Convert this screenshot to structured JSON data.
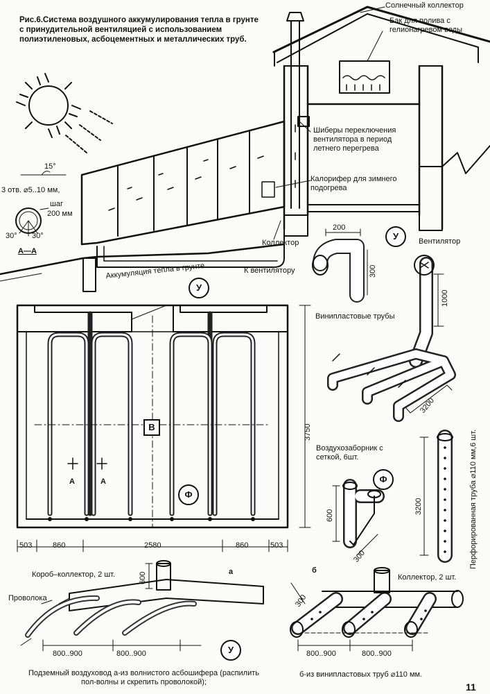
{
  "figure": {
    "caption": "Рис.6.Система воздушного аккумулирования тепла в грунте с принудительной вентиляцией с использованием полиэтиленовых, асбоцементных и металлических труб.",
    "page_number": "11"
  },
  "top_section": {
    "solar_collector": "Солнечный коллектор",
    "tank": "Бак для полива с гелионагревом воды",
    "dampers": "Шиберы переключения вентилятора в период летнего перегрева",
    "heater": "Калорифер для зимнего подогрева",
    "collector": "Коллектор",
    "ground_accumulation": "Аккумуляция тепла в грунте",
    "angle": "15°",
    "holes": "3 отв. ⌀5..10 мм,",
    "step_label": "шаг",
    "step_value": "200 мм",
    "angle_left": "30°",
    "angle_right": "30°",
    "section": "А—А"
  },
  "plan": {
    "marker_u": "У",
    "marker_f": "Ф",
    "marker_v": "В",
    "section_a1": "А",
    "section_a2": "А",
    "length": "3750",
    "dims": [
      "503",
      "860",
      "2580",
      "860",
      "503"
    ]
  },
  "right_section": {
    "marker_u": "У",
    "fan": "Вентилятор",
    "to_fan": "К вентилятору",
    "dim_200": "200",
    "dim_300": "300",
    "dim_1000": "1000",
    "vinyl_pipes": "Винипластовые трубы",
    "dim_3200": "3200",
    "intake": "Воздухозаборник с сеткой, 6шт.",
    "marker_f": "Ф",
    "dim_600": "600",
    "dim_300b": "300",
    "dim_3200b": "3200",
    "perforated": "Перфорированная труба ⌀110 мм,6 шт."
  },
  "bottom_section": {
    "box_collector": "Короб–коллектор, 2 шт.",
    "wire": "Проволока",
    "label_a": "а",
    "label_b": "б",
    "dim_600": "600",
    "dim_300": "300",
    "collector2": "Коллектор, 2 шт.",
    "dims_a": [
      "800..900",
      "800..900"
    ],
    "dims_b": [
      "800..900",
      "800..900"
    ],
    "marker_u": "У",
    "caption_a": "Подземный воздуховод а-из волнистого асбошифера (распилить пол-волны и скрепить проволокой);",
    "caption_b": "б-из винипластовых труб  ⌀110 мм."
  }
}
